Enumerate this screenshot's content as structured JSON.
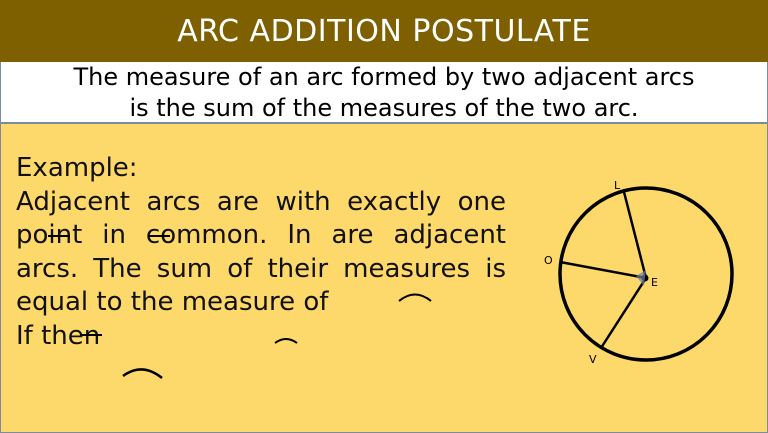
{
  "title": "ARC ADDITION POSTULATE",
  "definition": {
    "line1": "The measure of an arc formed by two adjacent arcs",
    "line2": "is the sum of the measures of the two arc."
  },
  "example": {
    "heading": "Example:",
    "lines": [
      "Adjacent arcs are with exactly one",
      "point in common. In  are adjacent",
      "arcs. The sum of their measures is",
      "equal to the measure of",
      "If then"
    ]
  },
  "figure": {
    "labels": {
      "L": "L",
      "O": "O",
      "E": "E",
      "V": "V"
    }
  },
  "colors": {
    "title_bg": "#7f6000",
    "panel_bg": "#fdd86a"
  }
}
